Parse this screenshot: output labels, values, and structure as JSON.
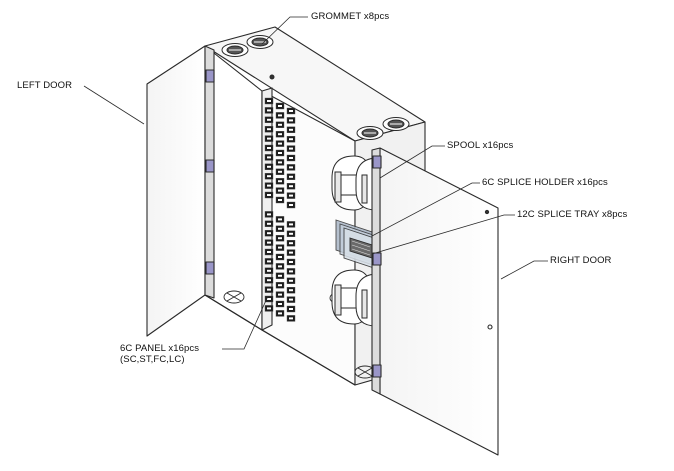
{
  "labels": {
    "grommet": "GROMMET x8pcs",
    "left_door": "LEFT DOOR",
    "spool": "SPOOL x16pcs",
    "splice_holder": "6C SPLICE HOLDER x16pcs",
    "splice_tray": "12C SPLICE TRAY x8pcs",
    "right_door": "RIGHT DOOR",
    "panel_line1": "6C PANEL x16pcs",
    "panel_line2": "(SC,ST,FC,LC)"
  },
  "colors": {
    "line": "#2a2a2a",
    "hinge": "#9a96c8",
    "tray": "#a9b6c6"
  }
}
